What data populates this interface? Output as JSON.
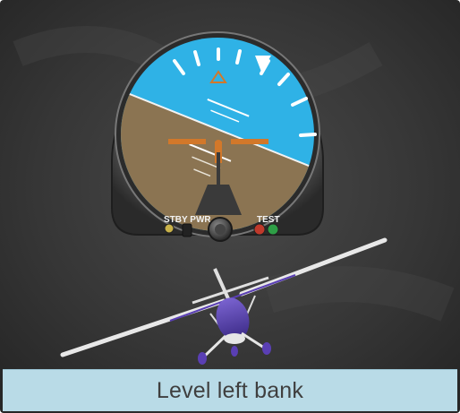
{
  "instrument": {
    "name": "attitude indicator",
    "standby_label": "STBY PWR",
    "test_label": "TEST",
    "bank_direction": "left",
    "pitch": "level"
  },
  "caption": "Level left bank",
  "colors": {
    "sky": "#2fb2e6",
    "ground": "#8b7452",
    "background": "#3a3a3a",
    "caption_bar": "#b9dbe7",
    "aircraft_symbol": "#d2782a",
    "airplane_body": "#5a3fb4"
  }
}
